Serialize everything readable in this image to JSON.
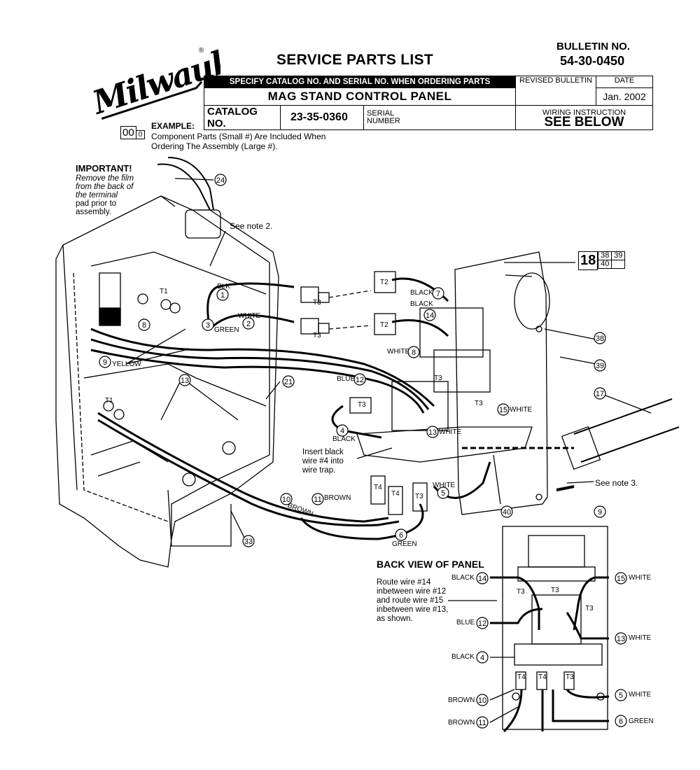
{
  "header": {
    "brand": "Milwaukee",
    "title": "SERVICE PARTS LIST",
    "bulletin_label": "BULLETIN NO.",
    "bulletin_number": "54-30-0450",
    "specify_text": "SPECIFY CATALOG NO. AND SERIAL NO. WHEN ORDERING PARTS",
    "revised_label": "REVISED BULLETIN",
    "date_label": "DATE",
    "date_value": "Jan. 2002",
    "panel_name": "MAG STAND CONTROL PANEL",
    "wiring_label": "WIRING INSTRUCTION",
    "wiring_value": "SEE BELOW",
    "catalog_label": "CATALOG NO.",
    "catalog_number": "23-35-0360",
    "serial_label_1": "SERIAL",
    "serial_label_2": "NUMBER"
  },
  "example": {
    "big": "00",
    "small": "0",
    "title": "EXAMPLE:",
    "line1": "Component Parts (Small #) Are Included When",
    "line2": "Ordering The Assembly (Large #)."
  },
  "important": {
    "title": "IMPORTANT!",
    "line1": "Remove the film",
    "line2": "from the back of",
    "line3": "the terminal",
    "line4": "pad prior to",
    "line5": "assembly."
  },
  "assembly_ref": {
    "main": "18",
    "a": "38",
    "b": "39",
    "c": "40"
  },
  "notes": {
    "note2": "See note 2.",
    "note3": "See note 3.",
    "insert1": "Insert black",
    "insert2": "wire #4 into",
    "insert3": "wire trap."
  },
  "back_view": {
    "title": "BACK VIEW OF PANEL",
    "route1": "Route wire #14",
    "route2": "inbetween  wire #12",
    "route3": "and route wire #15",
    "route4": "inbetween wire #13,",
    "route5": "as shown."
  },
  "labels": {
    "blk": "BLK",
    "white": "WHITE",
    "green": "GREEN",
    "yellow": "YELLOW",
    "black": "BLACK",
    "blue": "BLUE",
    "brown": "BROWN",
    "t1": "T1",
    "t2": "T2",
    "t3": "T3",
    "t4": "T4"
  },
  "callouts": [
    "24",
    "8",
    "9",
    "1",
    "2",
    "3",
    "13",
    "21",
    "7",
    "14",
    "8",
    "38",
    "39",
    "12",
    "17",
    "15",
    "4",
    "13",
    "5",
    "40",
    "9",
    "10",
    "11",
    "6",
    "33",
    "14",
    "15",
    "12",
    "13",
    "4",
    "10",
    "11",
    "5",
    "6"
  ]
}
